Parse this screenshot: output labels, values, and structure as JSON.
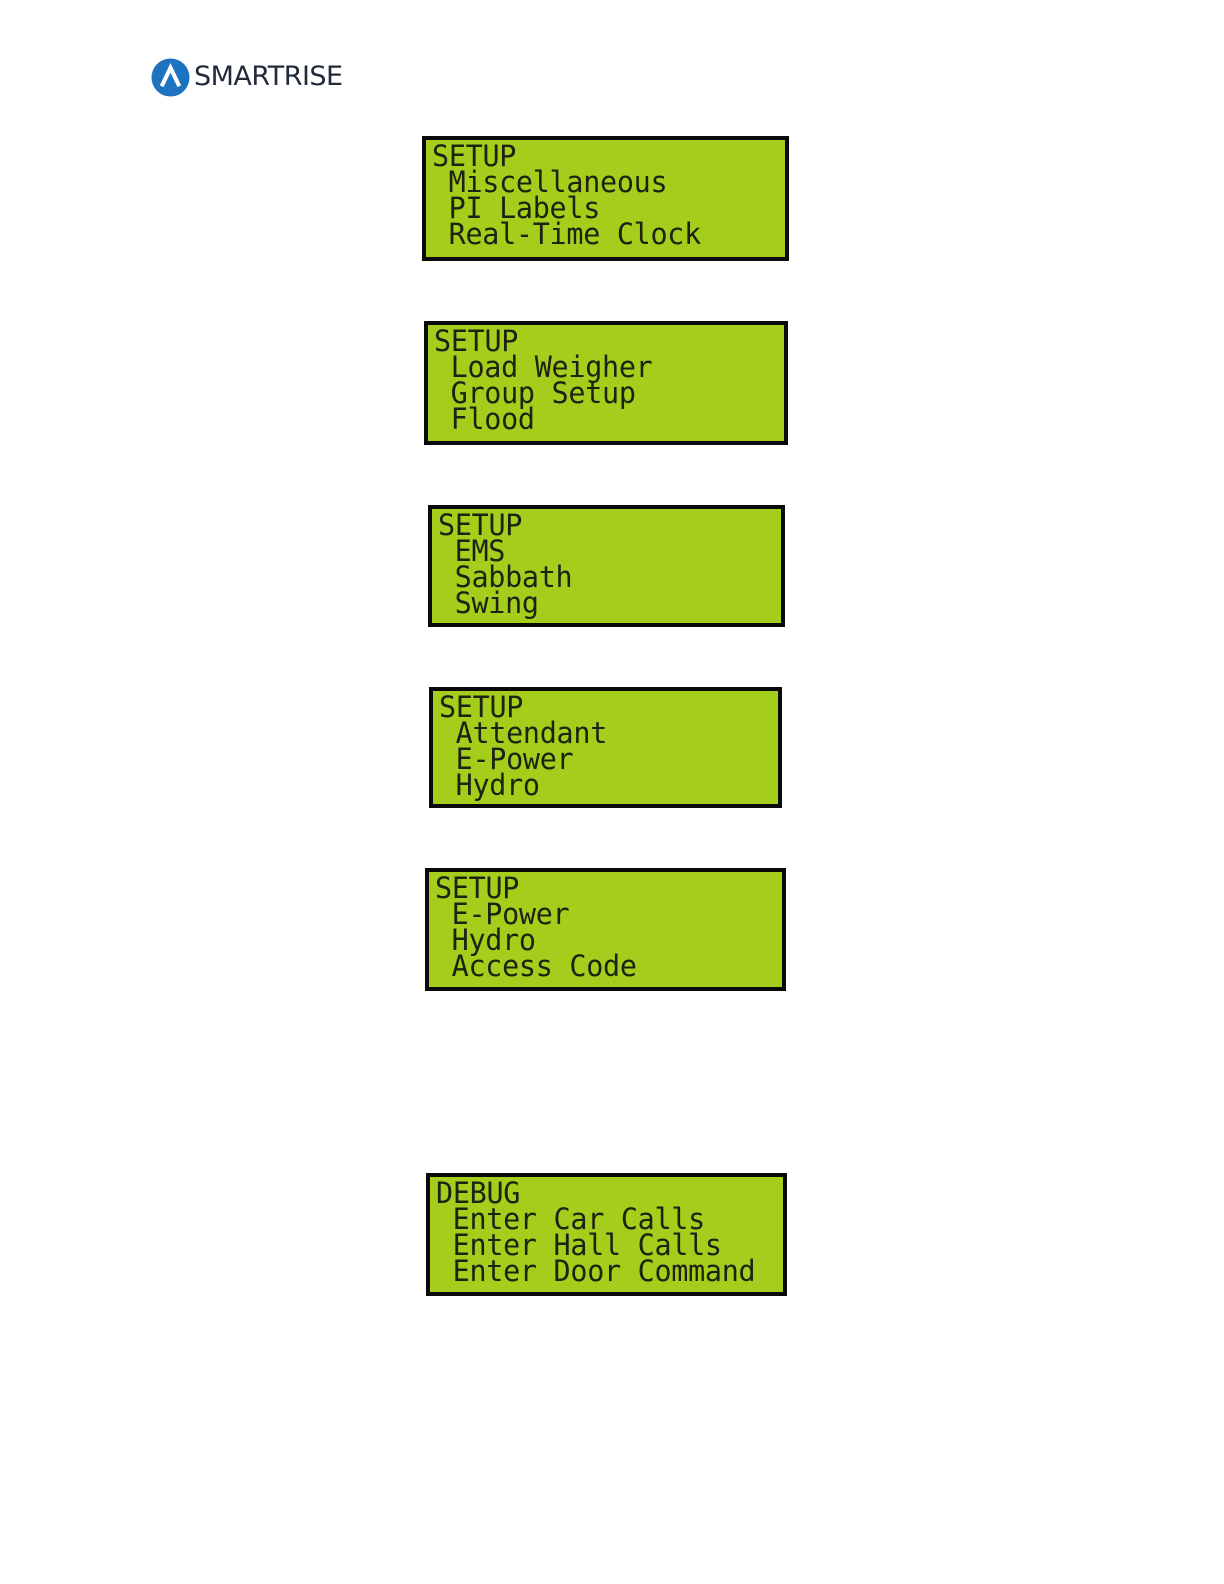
{
  "header": {
    "brand": "SMARTRISE",
    "logo_icon": "smartrise-logo-icon",
    "colors": {
      "brand_blue": "#1e73be",
      "lcd_green": "#a5cd1b",
      "lcd_border": "#0a0a0a",
      "lcd_text": "#1d2212"
    }
  },
  "screens": [
    {
      "title": "SETUP",
      "items": [
        "Miscellaneous",
        "PI Labels",
        "Real-Time Clock"
      ]
    },
    {
      "title": "SETUP",
      "items": [
        "Load Weigher",
        "Group Setup",
        "Flood"
      ]
    },
    {
      "title": "SETUP",
      "items": [
        "EMS",
        "Sabbath",
        "Swing"
      ]
    },
    {
      "title": "SETUP",
      "items": [
        "Attendant",
        "E-Power",
        "Hydro"
      ]
    },
    {
      "title": "SETUP",
      "items": [
        "E-Power",
        "Hydro",
        "Access Code"
      ]
    },
    {
      "title": "DEBUG",
      "items": [
        "Enter Car Calls",
        "Enter Hall Calls",
        "Enter Door Command"
      ]
    }
  ]
}
